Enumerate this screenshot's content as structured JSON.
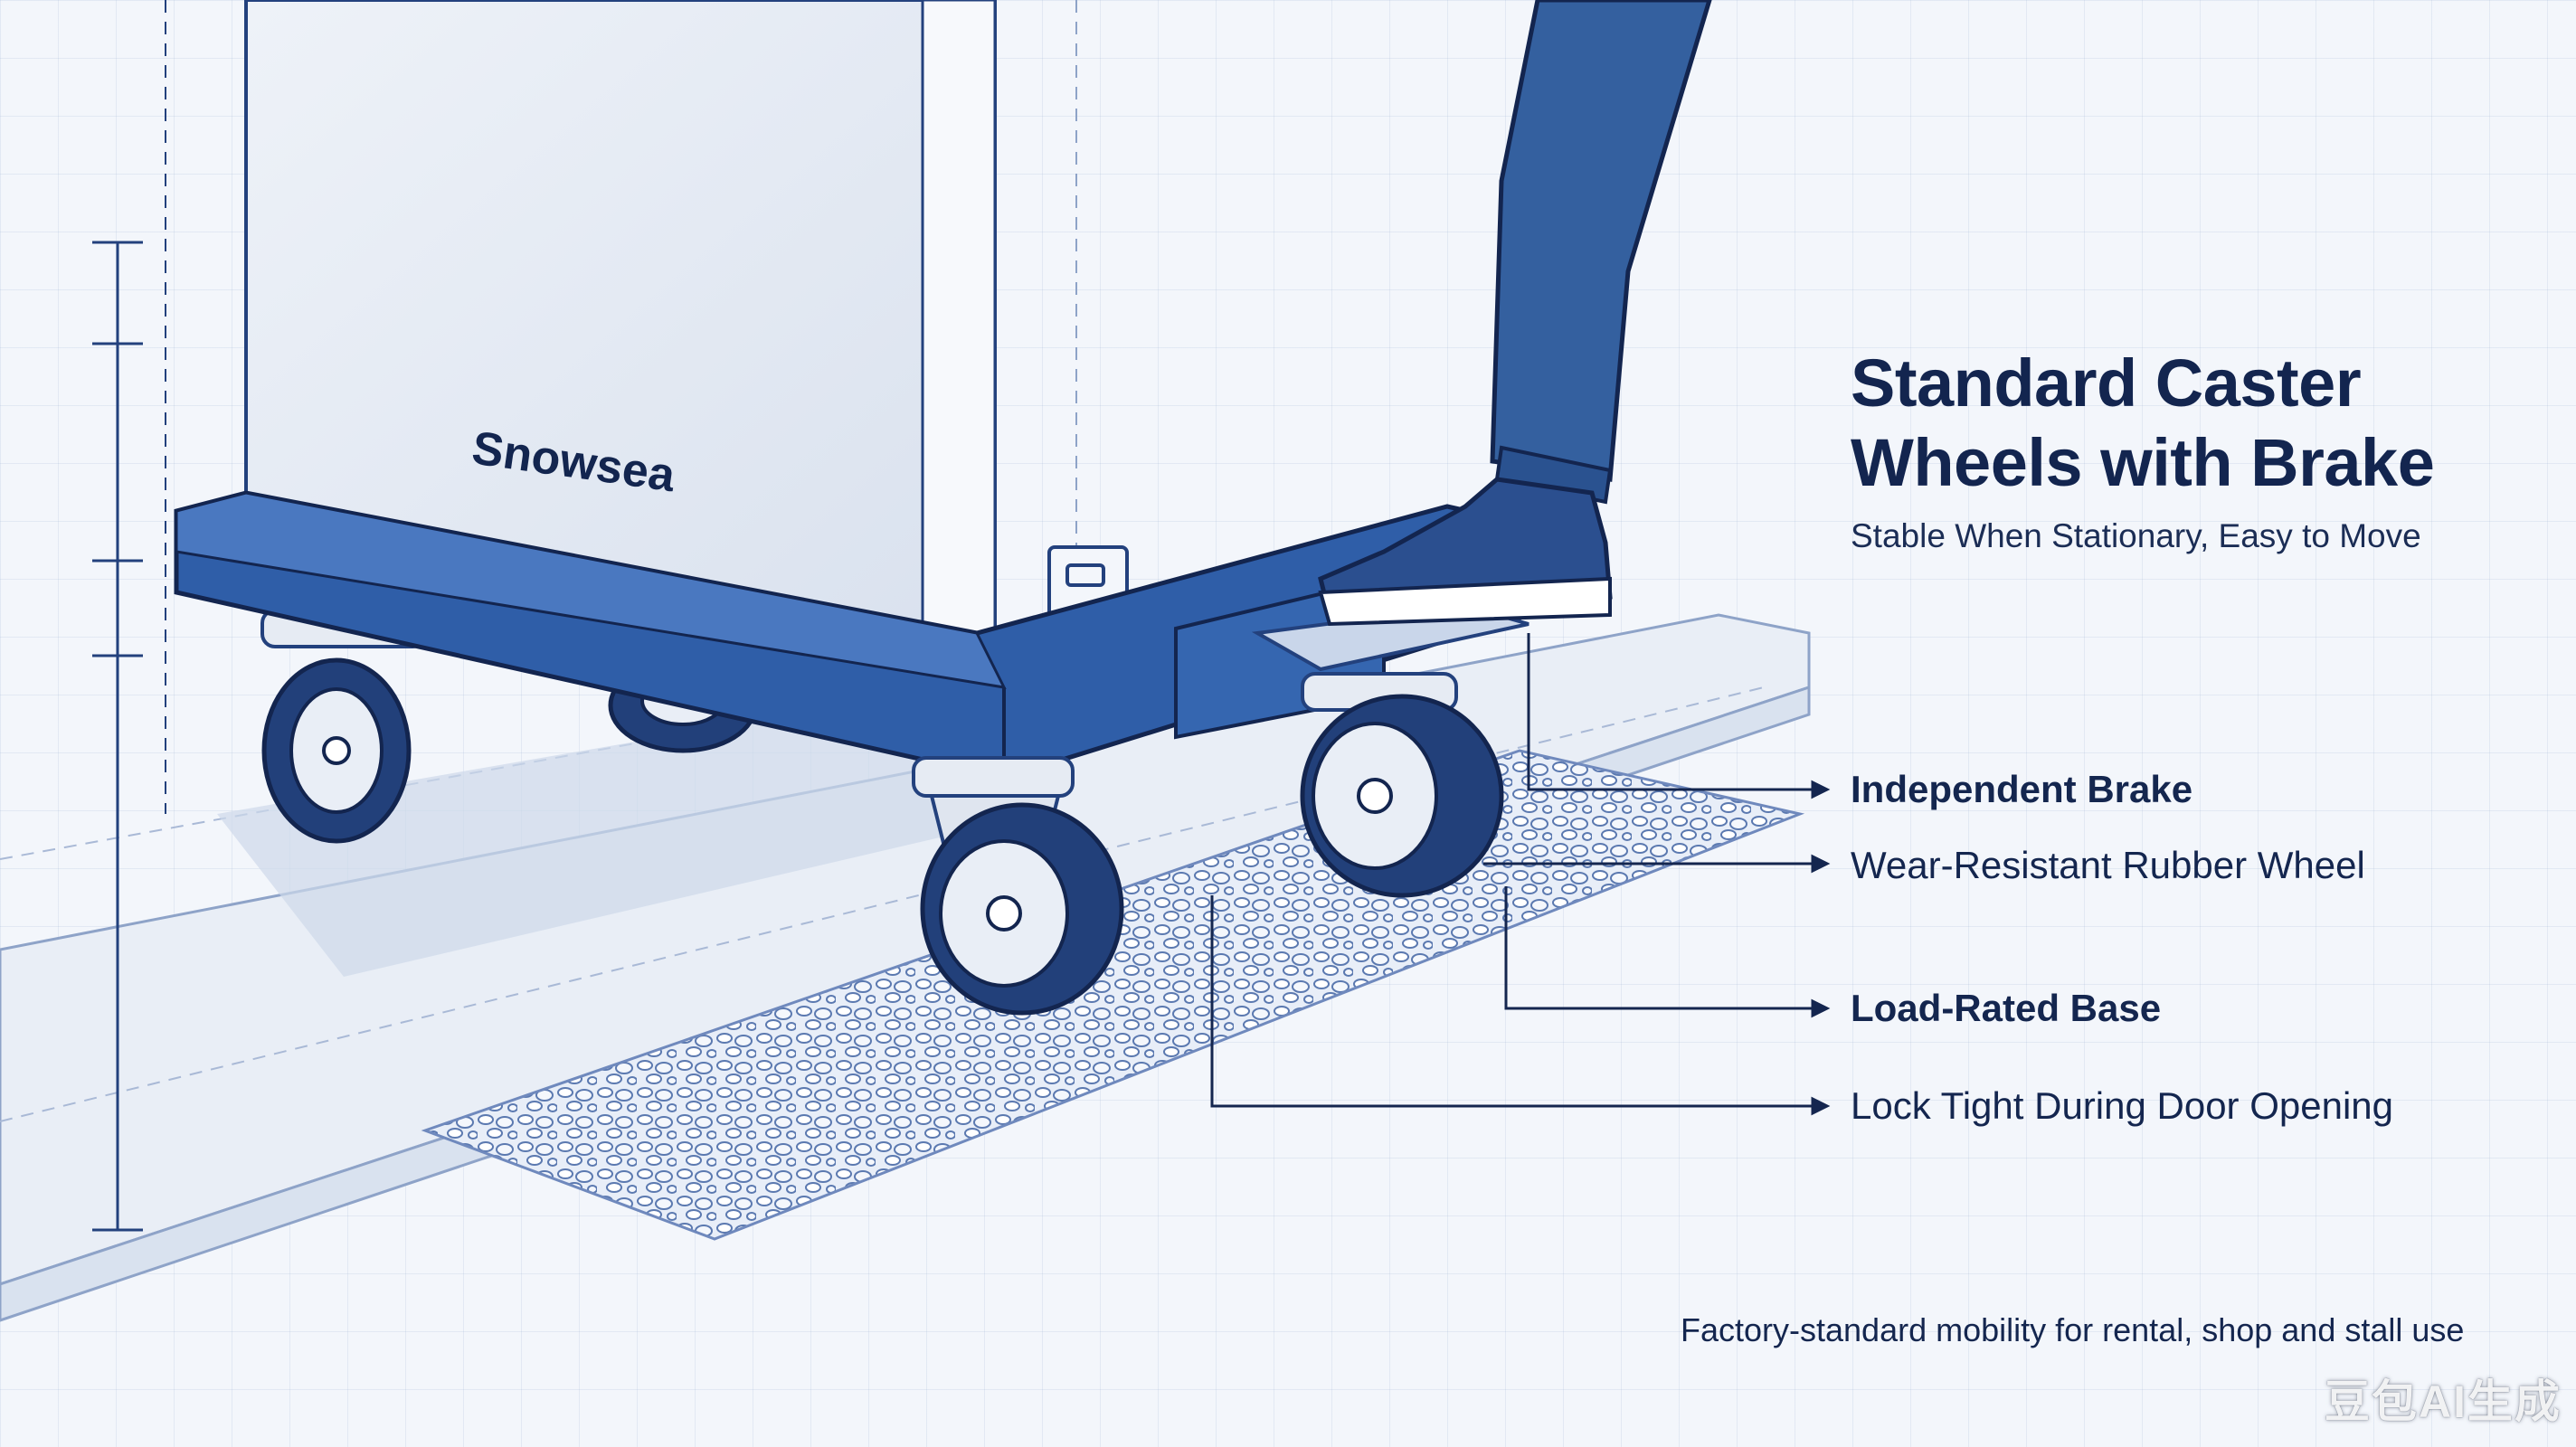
{
  "title": {
    "line1": "Standard Caster",
    "line2": "Wheels with Brake"
  },
  "subtitle": "Stable When Stationary, Easy to Move",
  "brand_label": "Snowsea",
  "callouts": [
    {
      "label": "Independent Brake",
      "bold": true
    },
    {
      "label": "Wear-Resistant Rubber Wheel",
      "bold": false
    },
    {
      "label": "Load-Rated Base",
      "bold": true
    },
    {
      "label": "Lock Tight During Door Opening",
      "bold": false
    }
  ],
  "footer": "Factory-standard mobility for rental, shop and stall use",
  "watermark": "豆包AI生成",
  "colors": {
    "navy": "#13254f",
    "base_blue": "#2f5ea8",
    "wheel_blue": "#22407a",
    "cabinet": "#e4eaf3"
  }
}
